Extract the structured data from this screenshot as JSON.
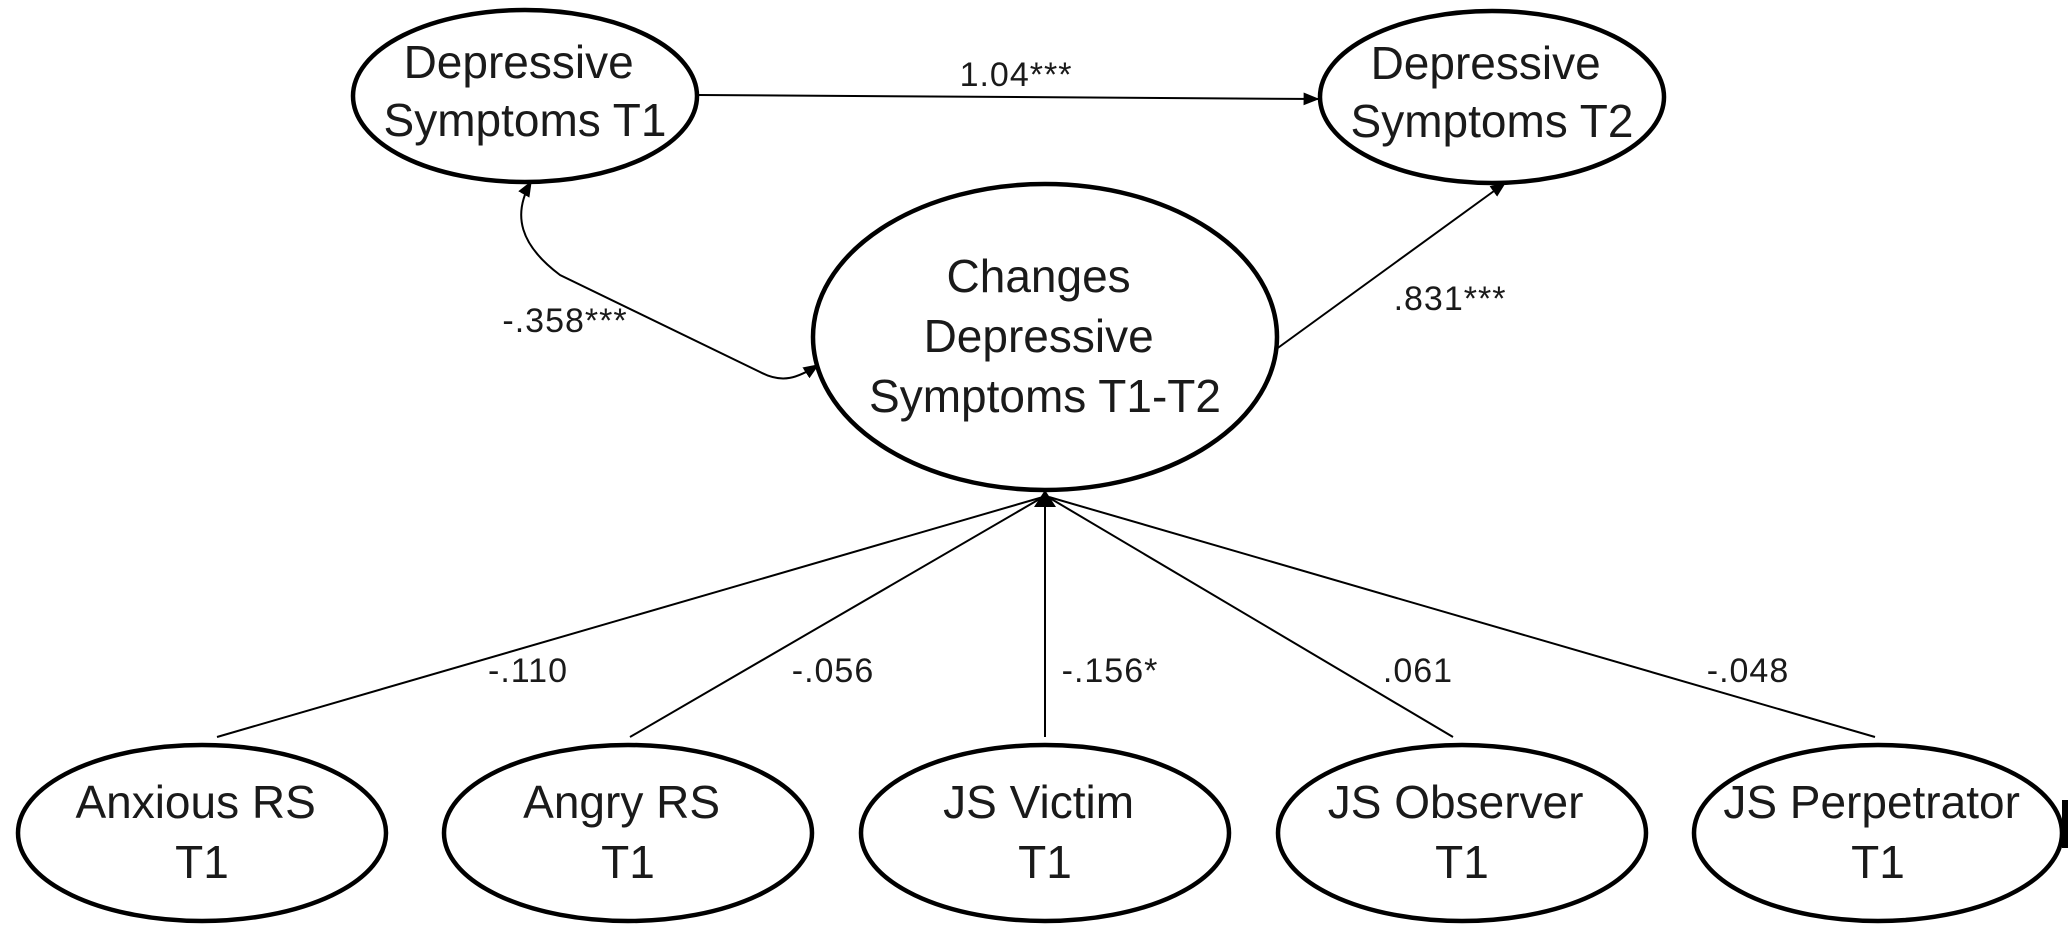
{
  "nodes": {
    "dep_t1": {
      "lines": [
        "Depressive",
        "Symptoms T1"
      ]
    },
    "dep_t2": {
      "lines": [
        "Depressive",
        "Symptoms T2"
      ]
    },
    "change": {
      "lines": [
        "Changes",
        "Depressive",
        "Symptoms T1-T2"
      ]
    },
    "anxious_rs": {
      "lines": [
        "Anxious RS",
        "T1"
      ]
    },
    "angry_rs": {
      "lines": [
        "Angry RS",
        "T1"
      ]
    },
    "js_victim": {
      "lines": [
        "JS Victim",
        "T1"
      ]
    },
    "js_observer": {
      "lines": [
        "JS Observer",
        "T1"
      ]
    },
    "js_perpetrator": {
      "lines": [
        "JS Perpetrator",
        "T1"
      ]
    }
  },
  "paths": {
    "dep_t1_to_dep_t2": "1.04***",
    "dep_t1_with_change": "-.358***",
    "change_to_dep_t2": ".831***",
    "anxious_rs_to_change": "-.110",
    "angry_rs_to_change": "-.056",
    "js_victim_to_change": "-.156*",
    "js_observer_to_change": ".061",
    "js_perpetrator_to_change": "-.048"
  }
}
